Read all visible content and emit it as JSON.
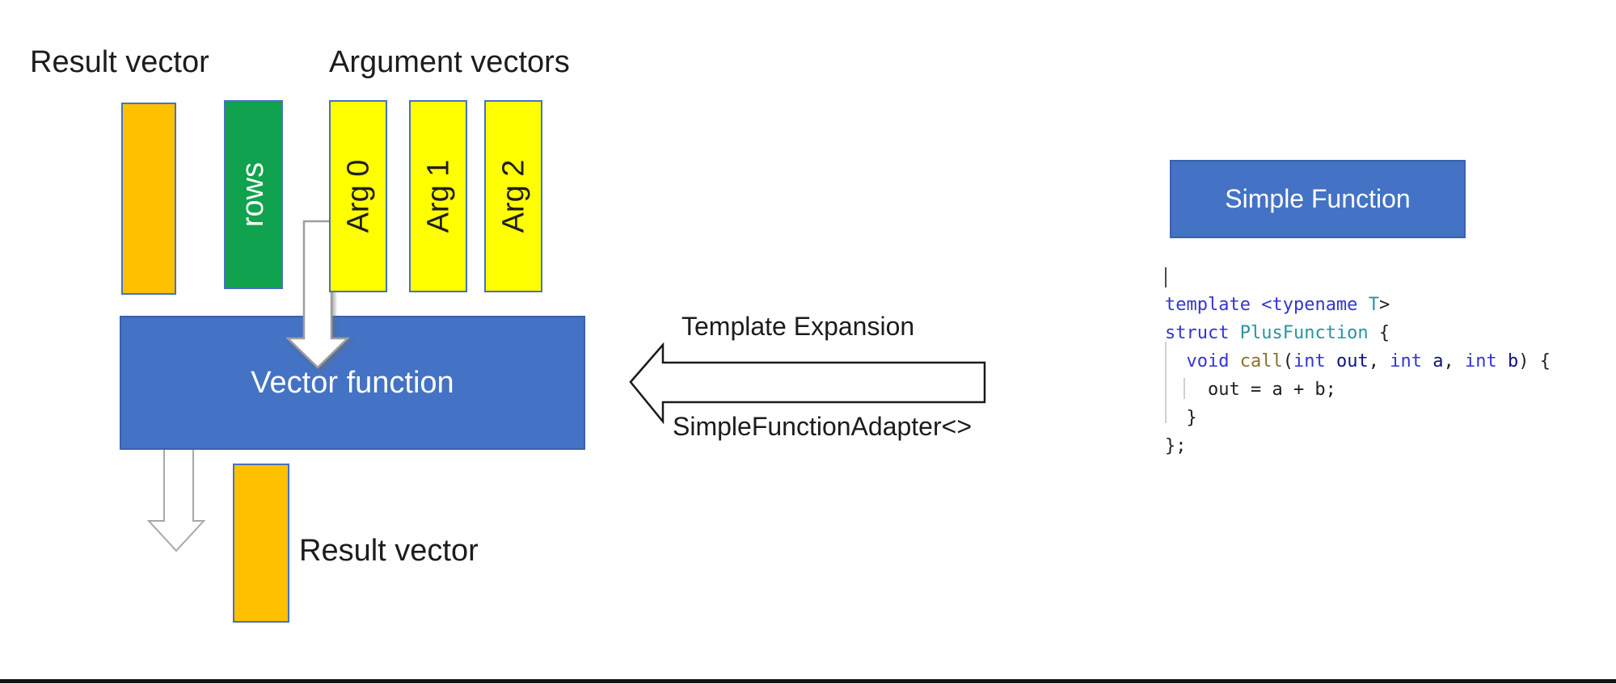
{
  "left_diagram": {
    "top_result_label": "Result vector",
    "argument_label": "Argument vectors",
    "rows_bar_label": "rows",
    "arg_bars": [
      {
        "label": "Arg 0"
      },
      {
        "label": "Arg 1"
      },
      {
        "label": "Arg 2"
      }
    ],
    "vector_function_label": "Vector function",
    "bottom_result_label": "Result vector"
  },
  "middle": {
    "arrow_title": "Template Expansion",
    "arrow_subtitle": "SimpleFunctionAdapter<>"
  },
  "right_panel": {
    "box_label": "Simple Function",
    "code_lines": [
      {
        "cursor": true,
        "tokens": []
      },
      {
        "tokens": [
          [
            "template",
            "kw"
          ],
          [
            " ",
            "pl"
          ],
          [
            "<typename",
            "kw"
          ],
          [
            " ",
            "pl"
          ],
          [
            "T",
            "ty"
          ],
          [
            ">",
            "pl"
          ]
        ]
      },
      {
        "tokens": [
          [
            "struct",
            "kw"
          ],
          [
            " ",
            "pl"
          ],
          [
            "PlusFunction",
            "ty"
          ],
          [
            " {",
            "pl"
          ]
        ]
      },
      {
        "tokens": [
          [
            "  ",
            "pl"
          ],
          [
            "void",
            "kw"
          ],
          [
            " ",
            "pl"
          ],
          [
            "call",
            "fn"
          ],
          [
            "(",
            "pl"
          ],
          [
            "int",
            "kw"
          ],
          [
            " ",
            "pl"
          ],
          [
            "out",
            "pa"
          ],
          [
            ", ",
            "pl"
          ],
          [
            "int",
            "kw"
          ],
          [
            " ",
            "pl"
          ],
          [
            "a",
            "pa"
          ],
          [
            ", ",
            "pl"
          ],
          [
            "int",
            "kw"
          ],
          [
            " ",
            "pl"
          ],
          [
            "b",
            "pa"
          ],
          [
            ") {",
            "pl"
          ]
        ]
      },
      {
        "tokens": [
          [
            "    out = a + b;",
            "pl"
          ]
        ]
      },
      {
        "tokens": [
          [
            "  }",
            "pl"
          ]
        ]
      },
      {
        "tokens": [
          [
            "};",
            "pl"
          ]
        ]
      }
    ]
  },
  "colors": {
    "accent_blue": "#4472C4",
    "box_border_blue": "#3A62AC",
    "orange": "#FFC000",
    "yellow": "#FFFF00",
    "green": "#10A24E",
    "keyword_blue": "#3434d4",
    "type_teal": "#2b93a0",
    "function_olive": "#8a7030",
    "arrow_outline_gray": "#9e9e9e"
  }
}
